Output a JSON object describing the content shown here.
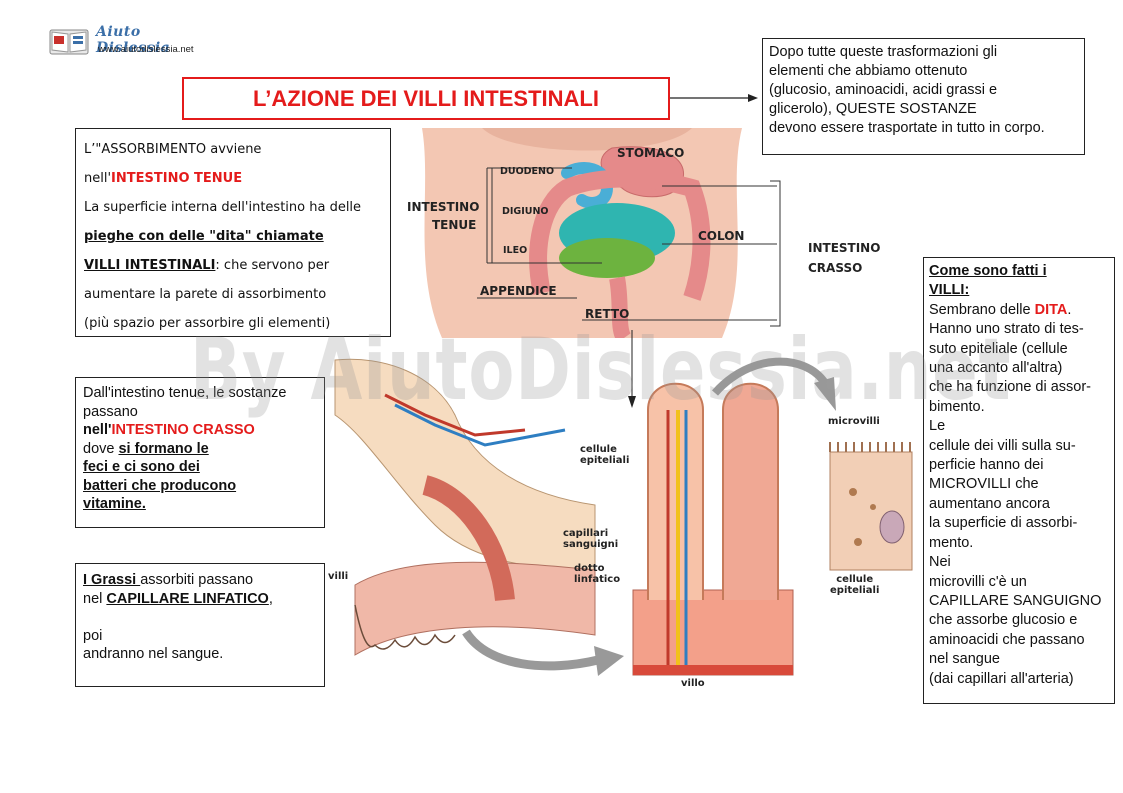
{
  "logo": {
    "name": "Aiuto Dislessia",
    "url": "www.aiutodislessia.net"
  },
  "title": "L’AZIONE DEI VILLI INTESTINALI",
  "box_trasporto": {
    "lines": [
      "Dopo tutte queste trasformazioni gli",
      "elementi che abbiamo ottenuto",
      "(glucosio, aminoacidi, acidi grassi e",
      "glicerolo), QUESTE SOSTANZE",
      "devono essere trasportate in tutto in corpo."
    ]
  },
  "box_assorbimento": {
    "l1": "L’\"ASSORBIMENTO avviene",
    "l2_pre": "nell'",
    "l2_red": "INTESTINO TENUE",
    "l3": "La superficie interna dell'intestino ha delle",
    "l4": "pieghe con delle \"dita\" chiamate",
    "l5_u": "VILLI INTESTINALI",
    "l5_rest": ": che servono  per",
    "l6": "aumentare la parete di assorbimento",
    "l7": "(più spazio per  assorbire gli elementi)"
  },
  "box_crasso": {
    "l1": "Dall'intestino tenue, le sostanze",
    "l2": "passano",
    "l3_b": "nell'",
    "l3_red": "INTESTINO CRASSO",
    "l4_pre": "dove ",
    "l4_u": "si formano le",
    "l5": "feci e ci sono dei",
    "l6": "batteri che producono",
    "l7": "vitamine."
  },
  "box_grassi": {
    "l1_u": "I Grassi ",
    "l1_rest": "assorbiti passano",
    "l2_pre": "nel ",
    "l2_u": "CAPILLARE LINFATICO",
    "l2_post": ",",
    "l3": "poi",
    "l4": "andranno nel sangue."
  },
  "box_villi": {
    "heading1": "Come sono fatti i",
    "heading2": "VILLI:",
    "l1_pre": "Sembrano  delle ",
    "l1_red": "DITA",
    "l1_post": ".",
    "lines": [
      "Hanno uno strato di tes-",
      "suto  epiteliale (cellule",
      "una accanto all'altra)",
      "che ha funzione di assor-",
      "bimento.",
      "Le",
      "cellule dei villi sulla su-",
      "perficie hanno dei",
      "MICROVILLI che",
      "aumentano ancora",
      "la superficie di assorbi-",
      "mento.",
      "Nei",
      "microvilli c'è un",
      "CAPILLARE  SANGUIGNO",
      "che assorbe glucosio e",
      "aminoacidi che passano",
      "nel sangue",
      "(dai capillari all'arteria)"
    ]
  },
  "diagram_labels": {
    "stomaco": "STOMACO",
    "duodeno": "DUODENO",
    "digiuno": "DIGIUNO",
    "ileo": "ILEO",
    "intestino_tenue_1": "INTESTINO",
    "intestino_tenue_2": "TENUE",
    "colon": "COLON",
    "intestino_crasso_1": "INTESTINO",
    "intestino_crasso_2": "CRASSO",
    "appendice": "APPENDICE",
    "retto": "RETTO",
    "cellule_epiteliali_1": "cellule",
    "cellule_epiteliali_2": "epiteliali",
    "capillari_1": "capillari",
    "capillari_2": "sanguigni",
    "dotto_1": "dotto",
    "dotto_2": "linfatico",
    "villi": "villi",
    "villo": "villo",
    "microvilli": "microvilli",
    "cellule_epit2_1": "cellule",
    "cellule_epit2_2": "epiteliali"
  },
  "watermark": "By AiutoDislessia.net",
  "colors": {
    "accent_red": "#e41b1b",
    "stomach_blue": "#4aaed6",
    "small_int_teal": "#2fb5b0",
    "small_int_green": "#6db33f",
    "colon_pink": "#e58a8a",
    "skin": "#f3c7b3"
  }
}
